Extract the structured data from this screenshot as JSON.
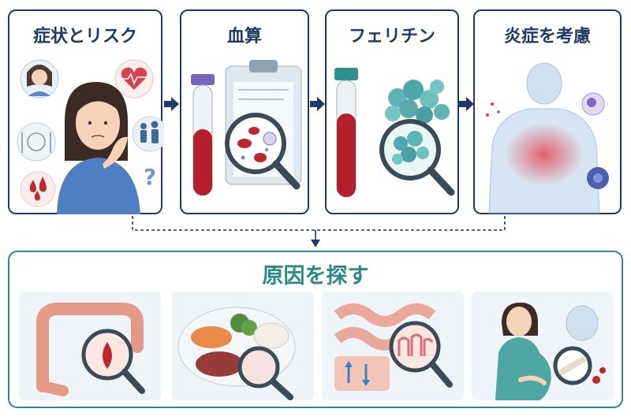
{
  "steps": [
    {
      "title": "症状とリスク"
    },
    {
      "title": "血算"
    },
    {
      "title": "フェリチン"
    },
    {
      "title": "炎症を考慮"
    }
  ],
  "bottom": {
    "title": "原因を探す"
  },
  "colors": {
    "navy": "#1f3a66",
    "teal": "#2a8a86",
    "blood": "#b3202a",
    "card_bg": "#eef4f7"
  },
  "icons": {
    "step1": [
      "worried-woman-icon",
      "heart-pulse-icon",
      "plate-fork-knife-icon",
      "family-icon",
      "blood-drops-icon",
      "question-mark-icon"
    ],
    "step2": [
      "blood-test-tube-icon",
      "clipboard-icon",
      "magnifier-icon"
    ],
    "step3": [
      "test-tube-icon",
      "ferritin-cluster-icon",
      "magnifier-icon"
    ],
    "step4": [
      "human-torso-icon",
      "immune-cell-icon"
    ],
    "causes": [
      "colon-bleeding-icon",
      "food-plate-icon",
      "intestine-absorption-icon",
      "pregnant-woman-icon"
    ]
  }
}
